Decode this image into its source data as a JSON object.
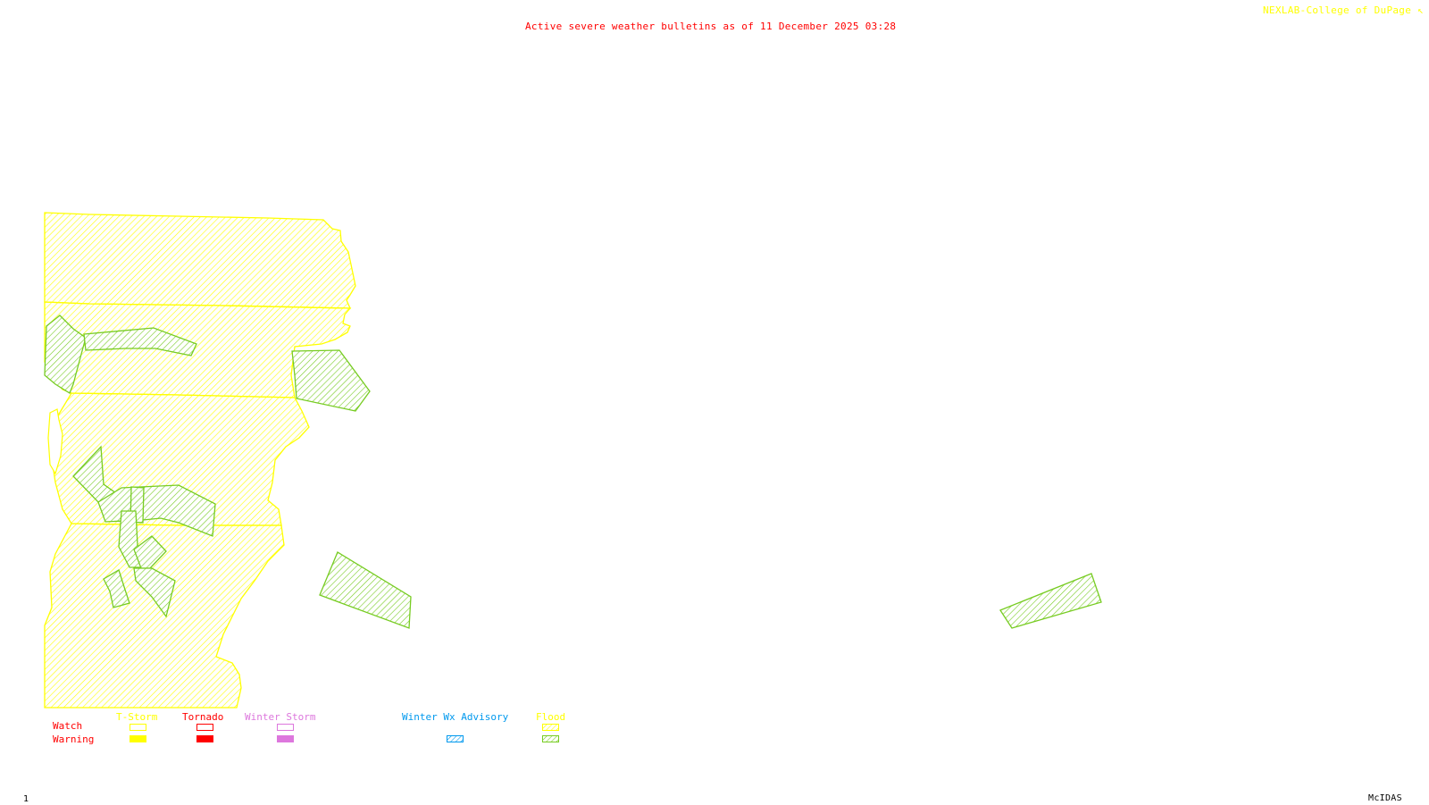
{
  "header": {
    "title": "Active severe weather bulletins as of 11 December 2025 03:28",
    "credit": "NEXLAB-College of DuPage",
    "credit_icon": "cursor-arrow-icon"
  },
  "footer": {
    "frame_number": "1",
    "software": "McIDAS"
  },
  "colors": {
    "title": "#ff0000",
    "credit": "#ffff00",
    "tstorm": "#ffff00",
    "tornado": "#ff0000",
    "winter_storm": "#dd77dd",
    "winter_wx_advisory": "#0099ee",
    "flood_watch": "#ffff00",
    "flood_warning": "#77cc22",
    "row_labels": "#ff0000"
  },
  "legend": {
    "rows": [
      "Watch",
      "Warning"
    ],
    "categories": [
      {
        "name": "T-Storm",
        "watch": "outline",
        "warning": "solid"
      },
      {
        "name": "Tornado",
        "watch": "outline",
        "warning": "solid"
      },
      {
        "name": "Winter Storm",
        "watch": "outline",
        "warning": "solid"
      },
      {
        "name": "Winter Wx Advisory",
        "watch": null,
        "warning": "hatched"
      },
      {
        "name": "Flood",
        "watch": "hatched",
        "warning": "hatched"
      }
    ]
  },
  "map": {
    "bulletin_areas": [
      {
        "type": "Flood Watch",
        "region": "northern state band"
      },
      {
        "type": "Flood Watch",
        "region": "second state band"
      },
      {
        "type": "Flood Watch",
        "region": "central state band"
      },
      {
        "type": "Flood Watch",
        "region": "southern state band"
      },
      {
        "type": "Flood Warning",
        "region": "west coastal polygon"
      },
      {
        "type": "Flood Warning",
        "region": "east-west elongated polygon"
      },
      {
        "type": "Flood Warning",
        "region": "eastern border polygon"
      },
      {
        "type": "Flood Warning",
        "region": "central cluster"
      },
      {
        "type": "Flood Warning",
        "region": "southeast polygon"
      },
      {
        "type": "Flood Warning",
        "region": "far east polygon"
      }
    ]
  }
}
